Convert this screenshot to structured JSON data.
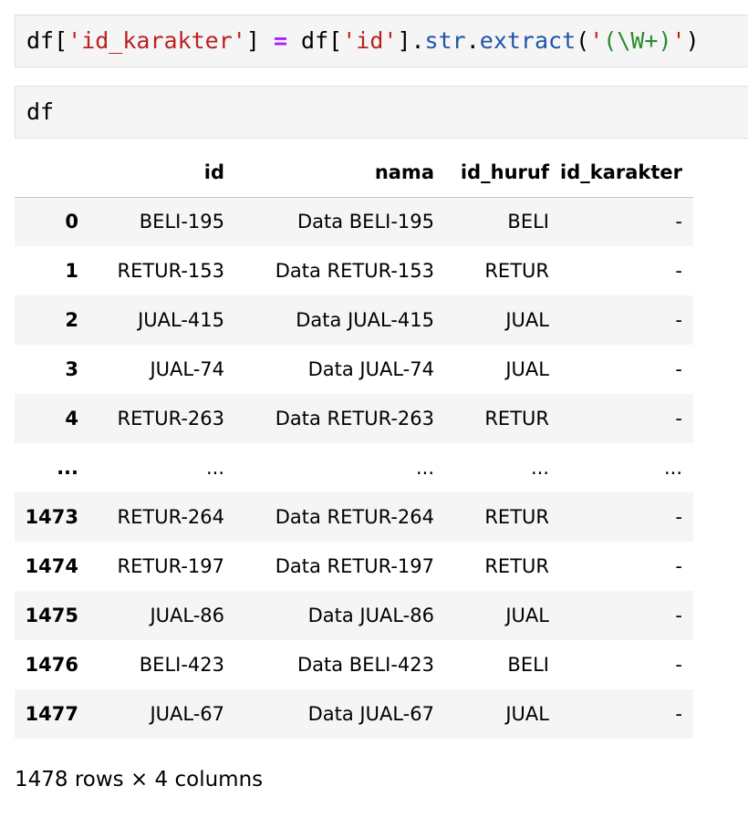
{
  "cells": [
    {
      "tokens": [
        {
          "text": "df[",
          "cls": ""
        },
        {
          "text": "'id_karakter'",
          "cls": "t-str"
        },
        {
          "text": "] ",
          "cls": ""
        },
        {
          "text": "=",
          "cls": "t-op"
        },
        {
          "text": " df[",
          "cls": ""
        },
        {
          "text": "'id'",
          "cls": "t-str"
        },
        {
          "text": "].",
          "cls": ""
        },
        {
          "text": "str",
          "cls": "t-attr"
        },
        {
          "text": ".",
          "cls": ""
        },
        {
          "text": "extract",
          "cls": "t-attr"
        },
        {
          "text": "(",
          "cls": ""
        },
        {
          "text": "'",
          "cls": "t-str"
        },
        {
          "text": "(\\W+)",
          "cls": "t-re"
        },
        {
          "text": "'",
          "cls": "t-str"
        },
        {
          "text": ")",
          "cls": ""
        }
      ]
    },
    {
      "tokens": [
        {
          "text": "df",
          "cls": ""
        }
      ]
    }
  ],
  "table": {
    "columns": [
      "",
      "id",
      "nama",
      "id_huruf",
      "id_karakter"
    ],
    "rows": [
      [
        "0",
        "BELI-195",
        "Data BELI-195",
        "BELI",
        "-"
      ],
      [
        "1",
        "RETUR-153",
        "Data RETUR-153",
        "RETUR",
        "-"
      ],
      [
        "2",
        "JUAL-415",
        "Data JUAL-415",
        "JUAL",
        "-"
      ],
      [
        "3",
        "JUAL-74",
        "Data JUAL-74",
        "JUAL",
        "-"
      ],
      [
        "4",
        "RETUR-263",
        "Data RETUR-263",
        "RETUR",
        "-"
      ],
      [
        "...",
        "...",
        "...",
        "...",
        "..."
      ],
      [
        "1473",
        "RETUR-264",
        "Data RETUR-264",
        "RETUR",
        "-"
      ],
      [
        "1474",
        "RETUR-197",
        "Data RETUR-197",
        "RETUR",
        "-"
      ],
      [
        "1475",
        "JUAL-86",
        "Data JUAL-86",
        "JUAL",
        "-"
      ],
      [
        "1476",
        "BELI-423",
        "Data BELI-423",
        "BELI",
        "-"
      ],
      [
        "1477",
        "JUAL-67",
        "Data JUAL-67",
        "JUAL",
        "-"
      ]
    ]
  },
  "footer": "1478 rows × 4 columns",
  "colors": {
    "string": "#ba2121",
    "operator": "#aa22ff",
    "attribute": "#1f54a8",
    "regex": "#2b8a2b",
    "cell_background": "#f5f5f5"
  }
}
